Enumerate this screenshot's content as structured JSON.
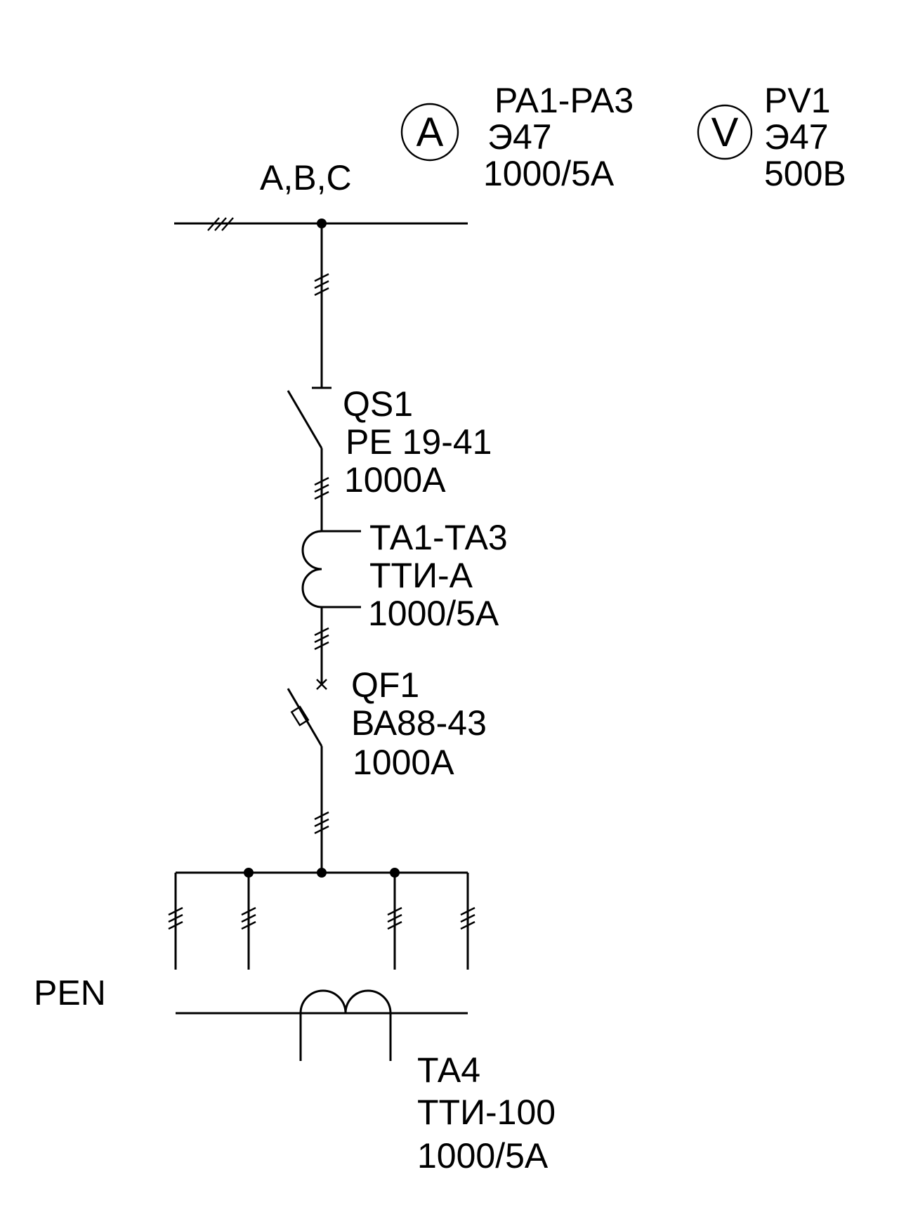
{
  "colors": {
    "line": "#000000",
    "background": "#ffffff"
  },
  "bus_label": "A,B,C",
  "ammeter": {
    "letter": "A",
    "lines": [
      "PA1-PA3",
      "Э47",
      "1000/5А"
    ]
  },
  "voltmeter": {
    "letter": "V",
    "lines": [
      "PV1",
      "Э47",
      "500В"
    ]
  },
  "switch_qs1": {
    "lines": [
      "QS1",
      "РЕ 19-41",
      "1000А"
    ]
  },
  "ct_ta1_ta3": {
    "lines": [
      "ТА1-ТА3",
      "ТТИ-А",
      "1000/5А"
    ]
  },
  "breaker_qf1": {
    "lines": [
      "QF1",
      "ВА88-43",
      "1000А"
    ]
  },
  "pen_label": "PEN",
  "ct_ta4": {
    "lines": [
      "ТА4",
      "ТТИ-100",
      "1000/5А"
    ]
  }
}
